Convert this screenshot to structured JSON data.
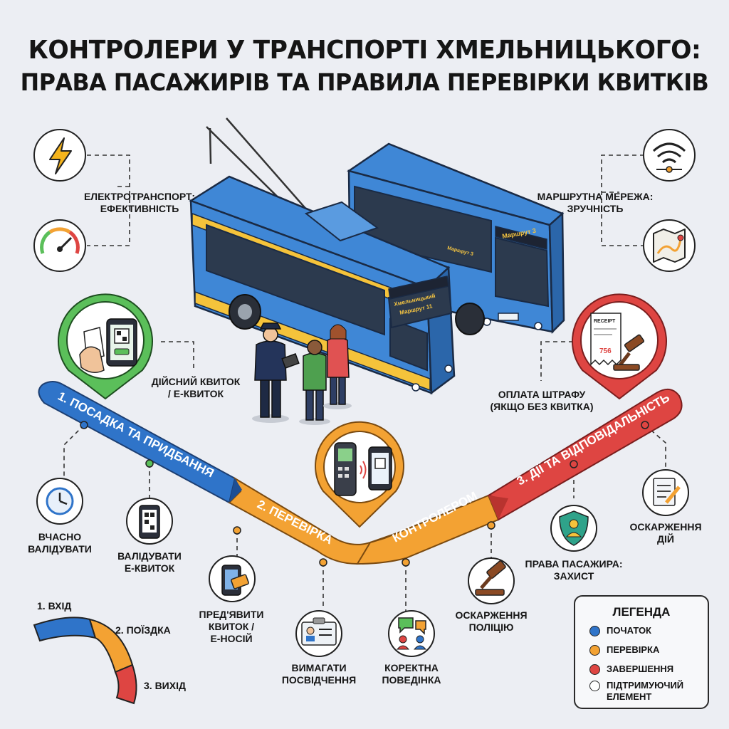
{
  "title": {
    "line1": "КОНТРОЛЕРИ У ТРАНСПОРТІ ХМЕЛЬНИЦЬКОГО:",
    "line2": "ПРАВА ПАСАЖИРІВ ТА ПРАВИЛА ПЕРЕВІРКИ КВИТКІВ"
  },
  "top_left": {
    "label_line1": "ЕЛЕКТРОТРАНСПОРТ:",
    "label_line2": "ЕФЕКТИВНІСТЬ",
    "icons": [
      "lightning-icon",
      "speedometer-icon"
    ]
  },
  "top_right": {
    "label_line1": "МАРШРУТНА МЕРЕЖА:",
    "label_line2": "ЗРУЧНІСТЬ",
    "icons": [
      "wifi-signal-icon",
      "route-map-icon"
    ]
  },
  "vehicles": {
    "trolleybus_sign_line1": "Хмельницький",
    "trolleybus_sign_line2": "Маршрут 11",
    "bus_sign": "Маршрут 3",
    "bus_side": "Маршрут 3"
  },
  "flow": {
    "stage1": "1. ПОСАДКА ТА ПРИДБАННЯ",
    "stage2": "2. ПЕРЕВІРКА",
    "stage2b": "КОНТРОЛЕРОМ",
    "stage3": "3. ДІЇ ТА ВІДПОВІДАЛЬНІСТЬ",
    "colors": {
      "stage1": "#2f74c9",
      "stage2": "#f3a233",
      "stage3": "#de4542"
    }
  },
  "pins": {
    "ticket": {
      "label_line1": "ДІЙСНИЙ КВИТОК",
      "label_line2": "/ Е-КВИТОК",
      "icon": "phone-ticket-icon"
    },
    "check": {
      "icon": "ticket-scanner-icon"
    },
    "fine": {
      "label_line1": "ОПЛАТА ШТРАФУ",
      "label_line2": "(ЯКЩО БЕЗ КВИТКА)",
      "receipt_text": "RECEIPT",
      "receipt_number": "756",
      "icon": "receipt-gavel-icon"
    }
  },
  "items": {
    "validate_on_time": {
      "line1": "ВЧАСНО",
      "line2": "ВАЛІДУВАТИ",
      "icon": "clock-icon"
    },
    "validate_eticket": {
      "line1": "ВАЛІДУВАТИ",
      "line2": "Е-КВИТОК",
      "icon": "qr-phone-icon"
    },
    "present_ticket": {
      "line1": "ПРЕД'ЯВИТИ",
      "line2": "КВИТОК /",
      "line3": "Е-НОСІЙ",
      "icon": "phone-card-icon"
    },
    "demand_id": {
      "line1": "ВИМАГАТИ",
      "line2": "ПОСВІДЧЕННЯ",
      "icon": "id-badge-icon"
    },
    "correct_behavior": {
      "line1": "КОРЕКТНА",
      "line2": "ПОВЕДІНКА",
      "icon": "chat-people-icon"
    },
    "appeal_police": {
      "line1": "ОСКАРЖЕННЯ",
      "line2": "ПОЛІЦІЮ",
      "icon": "gavel-icon"
    },
    "passenger_rights": {
      "line1": "ПРАВА ПАСАЖИРА:",
      "line2": "ЗАХИСТ",
      "icon": "shield-person-icon"
    },
    "appeal_actions": {
      "line1": "ОСКАРЖЕННЯ",
      "line2": "ДІЙ",
      "icon": "document-pen-icon"
    }
  },
  "gauge": {
    "label1": "1. ВХІД",
    "label2": "2. ПОЇЗДКА",
    "label3": "3. ВИХІД"
  },
  "legend": {
    "title": "ЛЕГЕНДА",
    "items": [
      {
        "label": "ПОЧАТОК",
        "color": "#2f74c9"
      },
      {
        "label": "ПЕРЕВІРКА",
        "color": "#f3a233"
      },
      {
        "label": "ЗАВЕРШЕННЯ",
        "color": "#de4542"
      },
      {
        "label": "ПІДТРИМУЮЧИЙ ЕЛЕМЕНТ",
        "color": "#ffffff"
      }
    ]
  }
}
